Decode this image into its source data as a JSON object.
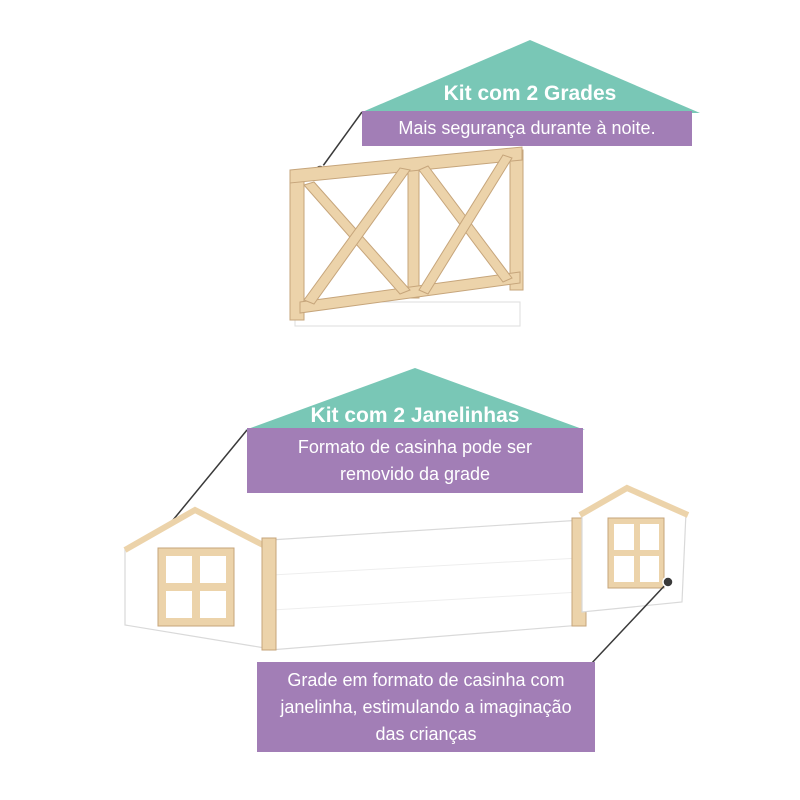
{
  "colors": {
    "teal": "#79c7b6",
    "purple": "#a27eb6",
    "wood": "#ecd3aa",
    "wood_edge": "#c6a57b",
    "panel": "#ffffff",
    "panel_edge": "#d9d9d9",
    "pointer": "#3a3a3a"
  },
  "callouts": {
    "grades": {
      "title": "Kit com 2 Grades",
      "subtitle": "Mais segurança durante à noite."
    },
    "janelinhas": {
      "title": "Kit com 2 Janelinhas",
      "subtitle_lines": [
        "Formato de casinha pode ser",
        "removido da grade"
      ]
    },
    "casinha": {
      "lines": [
        "Grade em formato de casinha com",
        "janelinha, estimulando a imaginação",
        "das crianças"
      ]
    }
  }
}
